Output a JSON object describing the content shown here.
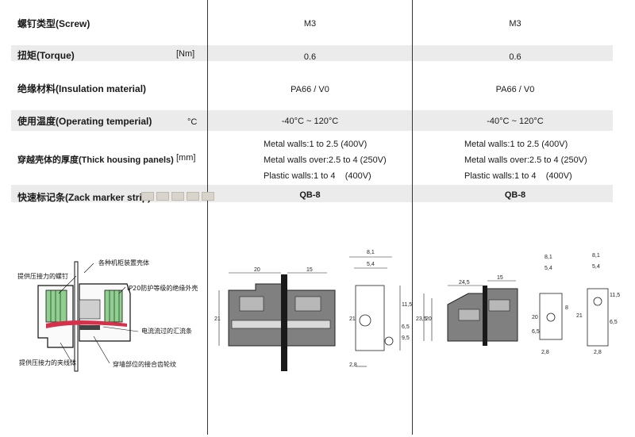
{
  "rows": {
    "screw": {
      "label": "螺钉类型(Screw)",
      "col1": "M3",
      "col2": "M3"
    },
    "torque": {
      "label": "扭矩(Torque)",
      "unit": "[Nm]",
      "col1": "0.6",
      "col2": "0.6"
    },
    "insulation": {
      "label": "绝缘材料(Insulation material)",
      "col1": "PA66 / V0",
      "col2": "PA66 / V0"
    },
    "temperature": {
      "label": "使用温度(Operating temperial)",
      "unit": "°C",
      "col1": "-40°C ~ 120°C",
      "col2": "-40°C ~ 120°C"
    },
    "housing": {
      "label": "穿越壳体的厚度(Thick housing panels)",
      "unit": "[mm]",
      "col1": [
        "Metal walls:1 to 2.5 (400V)",
        "Metal walls over:2.5 to 4 (250V)",
        "Plastic walls:1 to 4    (400V)"
      ],
      "col2": [
        "Metal walls:1 to 2.5 (400V)",
        "Metal walls over:2.5 to 4 (250V)",
        "Plastic walls:1 to 4    (400V)"
      ]
    },
    "marker": {
      "label": "快速标记条(Zack marker strip)",
      "col1": "QB-8",
      "col2": "QB-8"
    }
  },
  "annotations": {
    "housing_mount": "各种机柜装置壳体",
    "pressure_screw": "提供压接力的螺钉",
    "ip20": "IP20防护等级的绝缘外壳",
    "busbar": "电流流过的汇流条",
    "clamp_body": "提供压接力的夹线体",
    "gear_joint": "穿墙部位的接合齿轮纹"
  },
  "dims1": {
    "w1": "20",
    "w2": "15",
    "h": "21",
    "t1": "8,1",
    "t2": "5,4",
    "s1": "11,5",
    "s2": "6,5",
    "s3": "9,5",
    "b": "2,8"
  },
  "dims2": {
    "w1": "24,5",
    "w2": "15",
    "h1": "23,5",
    "h2": "20",
    "h3": "21",
    "t1": "8,1",
    "t2": "5,4",
    "s1": "8",
    "s2": "6,5",
    "s3": "11,5",
    "s4": "6,5",
    "b": "2,8"
  },
  "colors": {
    "band": "#ebebeb",
    "housing": "#808080",
    "bar": "#1a1a1a",
    "red": "#d6304a"
  }
}
